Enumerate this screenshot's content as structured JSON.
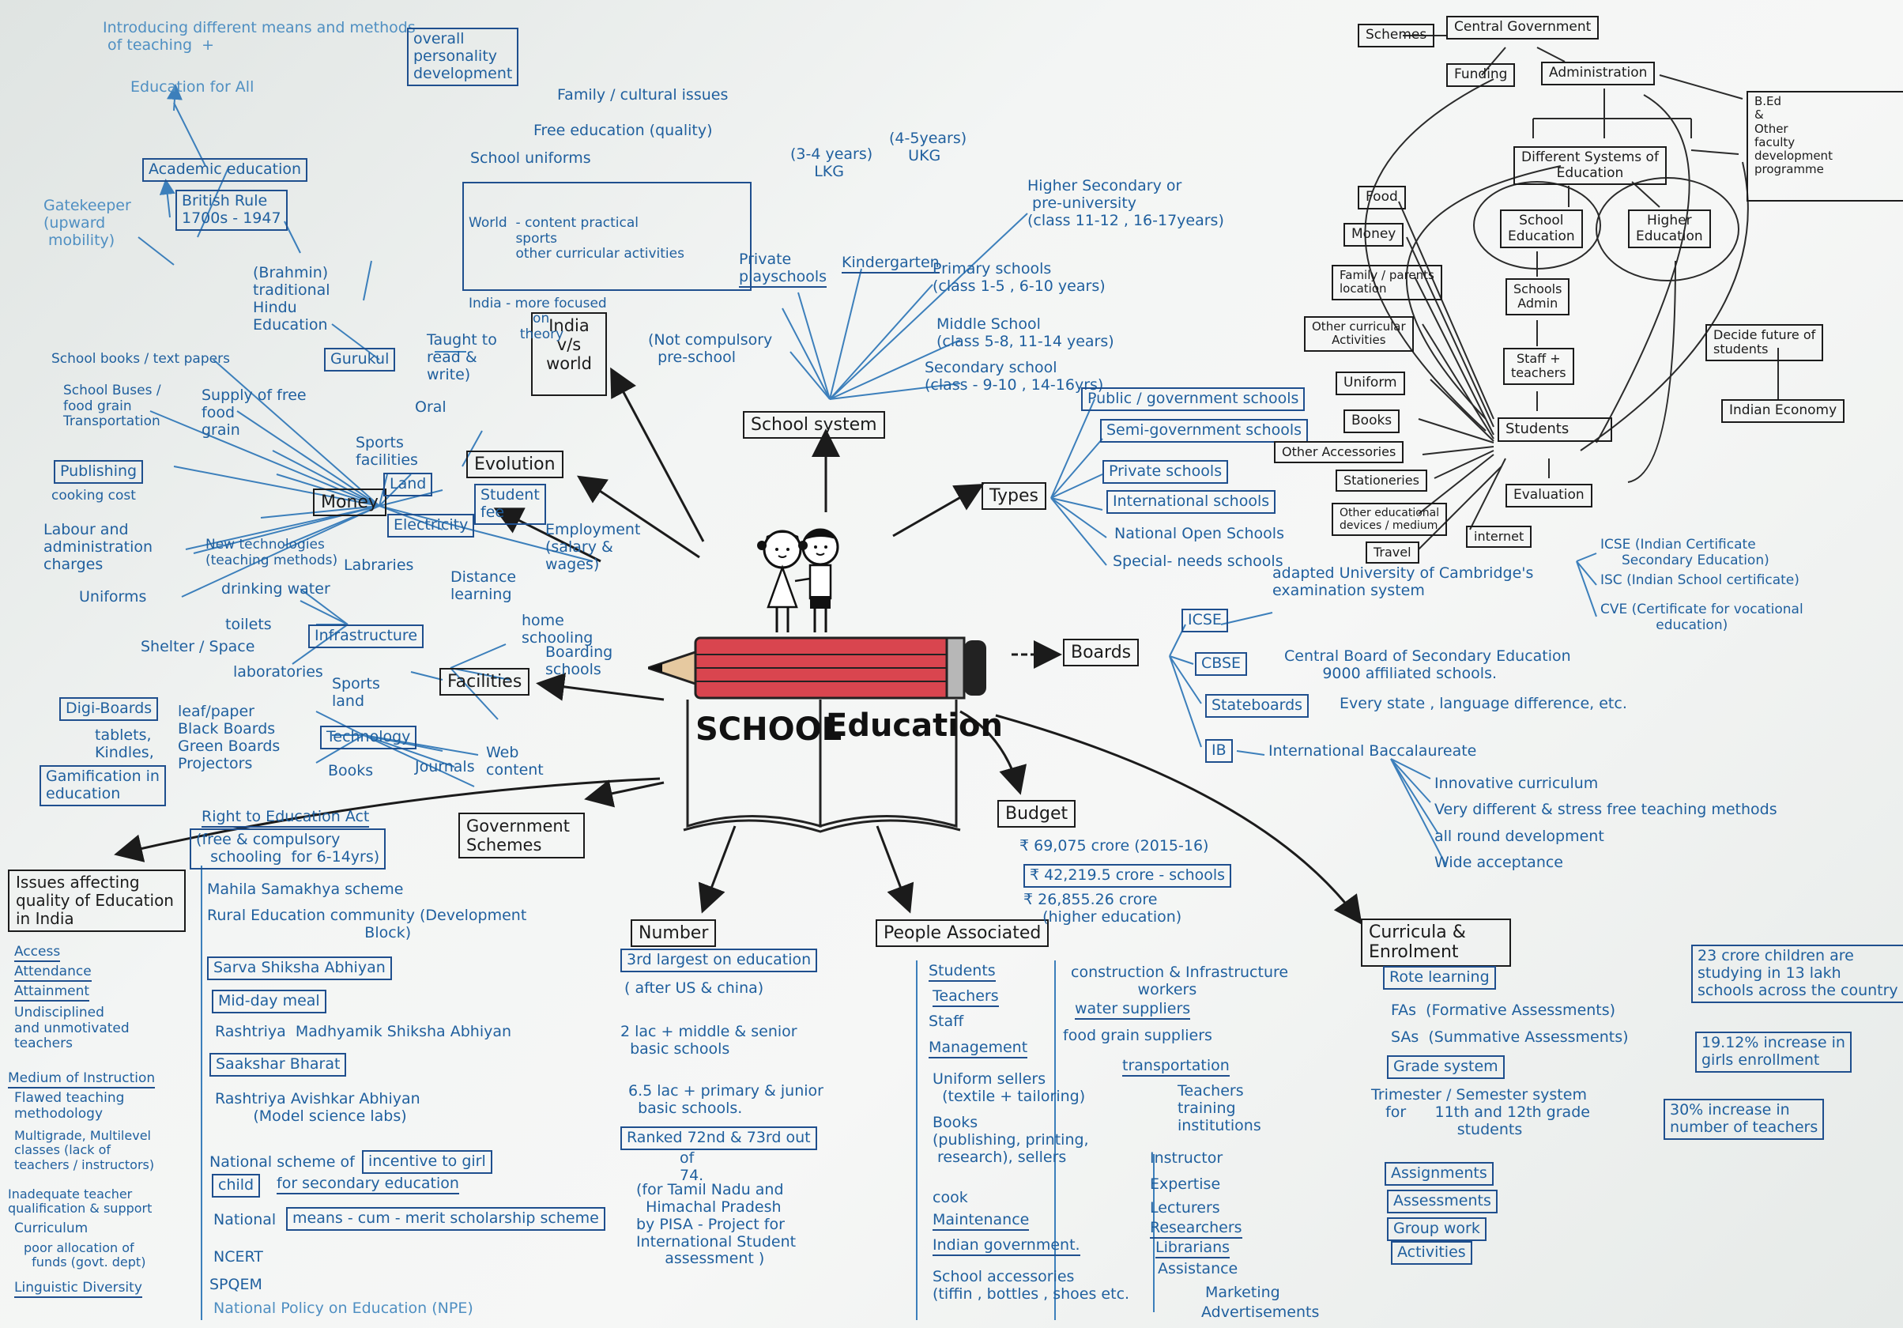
{
  "center": {
    "left": "SCHOOL",
    "right": "Education"
  },
  "branches": {
    "school_system": "School system",
    "types": "Types",
    "boards": "Boards",
    "budget": "Budget",
    "curricula": "Curricula & Enrolment",
    "people": "People Associated",
    "number": "Number",
    "govt": "Government Schemes",
    "facilities": "Facilities",
    "money": "Money",
    "evolution": "Evolution",
    "india_world": "India v/s world",
    "issues": "Issues affecting quality of Education in India"
  },
  "top_left": {
    "intro": "Introducing different means and methods\n of teaching  +",
    "personality": "overall\npersonality\ndevelopment",
    "edu_all": "Education for All",
    "family": "Family / cultural issues",
    "free_edu": "Free education (quality)",
    "uniforms": "School uniforms",
    "academic": "Academic education",
    "gatekeeper": "Gatekeeper\n(upward\n mobility)",
    "british": "British Rule\n1700s - 1947",
    "brahmin": "(Brahmin)\ntraditional\nHindu\nEducation",
    "gurukul": "Gurukul",
    "taught": "Taught to\nread &\nwrite)",
    "oral": "Oral",
    "world": "World  - content practical\n           sports\n           other curricular activities",
    "india": "India - more focused\n               on\n            theory"
  },
  "school_system": {
    "ages_lkg": "(3-4 years)\n     LKG",
    "ages_ukg": "(4-5years)\n    UKG",
    "private": "Private\nplayschools",
    "kinder": "Kindergarten",
    "precomp": "(Not compulsory\n  pre-school",
    "higher_sec": "Higher Secondary or\n pre-university\n(class 11-12 , 16-17years)",
    "primary": "Primary schools\n(class 1-5 , 6-10 years)",
    "middle": "Middle School\n(class 5-8, 11-14 years)",
    "secondary": "Secondary school\n(class - 9-10 , 14-16yrs)"
  },
  "types": {
    "items": [
      "Public / government schools",
      "Semi-government schools",
      "Private schools",
      "International schools",
      "National Open Schools",
      "Special- needs schools"
    ]
  },
  "flow": {
    "schemes": "Schemes",
    "central": "Central Government",
    "funding": "Funding",
    "admin": "Administration",
    "bed": "B.Ed\n&\nOther\nfaculty\ndevelopment\nprogramme",
    "diff": "Different Systems of\nEducation",
    "school_edu": "School\nEducation",
    "higher_edu": "Higher\nEducation",
    "schools_admin": "Schools\nAdmin",
    "staff": "Staff +\nteachers",
    "students": "Students",
    "evaluation": "Evaluation",
    "decide": "Decide future of\nstudents",
    "economy": "Indian Economy",
    "food": "Food",
    "money": "Money",
    "family": "Family / parents\nlocation",
    "other_curr": "Other curricular\nActivities",
    "uniform": "Uniform",
    "books": "Books",
    "other_acc": "Other Accessories",
    "stationeries": "Stationeries",
    "devices": "Other educational\ndevices / medium",
    "internet": "internet",
    "travel": "Travel"
  },
  "boards": {
    "cambridge": "adapted University of Cambridge's\nexamination system",
    "icse": "ICSE",
    "icse_full": "ICSE (Indian Certificate\n     Secondary Education)",
    "isc": "ISC (Indian School certificate)",
    "cve": "CVE (Certificate for vocational\n             education)",
    "cbse": "CBSE",
    "cbse_desc": "Central Board of Secondary Education\n        9000 affiliated schools.",
    "state": "Stateboards",
    "state_desc": "Every state , language difference, etc.",
    "ib": "IB",
    "ib_desc": "International Baccalaureate",
    "ib_items": "Innovative curriculum\nVery different & stress free teaching methods\nall round development\nWide acceptance"
  },
  "budget": {
    "total": "₹ 69,075 crore (2015-16)",
    "schools": "₹ 42,219.5 crore - schools",
    "higher": "₹ 26,855.26 crore\n    (higher education)"
  },
  "curricula": {
    "rote": "Rote learning",
    "fa": "FAs  (Formative Assessments)",
    "sa": "SAs  (Summative Assessments)",
    "grade": "Grade system",
    "trimester": "Trimester / Semester system\n   for      11th and 12th grade\n                  students",
    "assign": "Assignments",
    "assess": "Assessments",
    "group": "Group work",
    "activities": "Activities",
    "crore": "23 crore children are\nstudying in 13 lakh\nschools across the country",
    "girls": "19.12% increase in\ngirls enrollment",
    "teachers": "30% increase in\nnumber of teachers"
  },
  "people": {
    "students": "Students",
    "teachers": "Teachers",
    "staff": "Staff",
    "mgmt": "Management",
    "uniform": "Uniform sellers\n  (textile + tailoring)",
    "books": "Books\n(publishing, printing,\n research), sellers",
    "cook": "cook",
    "maint": "Maintenance",
    "govt": "Indian government.",
    "acc": "School accessories\n(tiffin , bottles , shoes etc.",
    "constr": "construction & Infrastructure\n              workers",
    "water": "water suppliers",
    "grain": "food grain suppliers",
    "transport": "transportation",
    "training": "Teachers\ntraining\ninstitutions",
    "instr": "Instructor",
    "expert": "Expertise",
    "lect": "Lecturers",
    "research": "Researchers",
    "lib": "Librarians",
    "assist": "Assistance",
    "market": "Marketing",
    "advert": "Advertisements"
  },
  "number": {
    "third": "3rd largest on education",
    "after": "( after US & china)",
    "two": "2 lac + middle & senior\n  basic schools",
    "six": "6.5 lac + primary & junior\n  basic schools.",
    "ranked": "Ranked 72nd & 73rd out",
    "of": "of\n74.",
    "for": "(for Tamil Nadu and\n  Himachal Pradesh\nby PISA - Project for\nInternational Student\n      assessment )"
  },
  "govt": {
    "rte": "Right to Education Act",
    "free": "(free & compulsory\n   schooling  for 6-14yrs)",
    "mahila": "Mahila Samakhya scheme",
    "rural": "Rural Education community (Development\n                                 Block)",
    "ssa": "Sarva Shiksha Abhiyan",
    "midday": "Mid-day meal",
    "rmsa": "Rashtriya  Madhyamik Shiksha Abhiyan",
    "saakshar": "Saakshar Bharat",
    "raa": "Rashtriya Avishkar Abhiyan\n        (Model science labs)",
    "national1": "National scheme of",
    "incentive": "incentive to girl",
    "child": "child",
    "secondary": "for secondary education",
    "national2": "National",
    "merit": "means - cum - merit scholarship scheme",
    "ncert": "NCERT",
    "spqem": "SPQEM",
    "npe": "National Policy on Education (NPE)"
  },
  "issues": {
    "access": "Access",
    "attend": "Attendance",
    "attain": "Attainment",
    "undis": "Undisciplined\nand unmotivated\nteachers",
    "medium": "Medium of Instruction",
    "flawed": "Flawed teaching\nmethodology",
    "multi": "Multigrade, Multilevel\nclasses (lack of\nteachers / instructors)",
    "inadequate": "Inadequate teacher\nqualification & support",
    "curr": "Curriculum",
    "poor": "poor allocation of\n  funds (govt. dept)",
    "ling": "Linguistic Diversity"
  },
  "facilities": {
    "dist": "Distance\nlearning",
    "home": "home\nschooling",
    "board": "Boarding\nschools",
    "infra": "Infrastructure",
    "drink": "drinking water",
    "lab": "Labraries",
    "toilet": "toilets",
    "shelter": "Shelter / Space",
    "labs": "laboratories",
    "sports": "Sports\nland",
    "tech": "Technology",
    "leaf": "leaf/paper\nBlack Boards\nGreen Boards\nProjectors",
    "digi": "Digi-Boards",
    "tablets": "tablets,\nKindles,",
    "gamif": "Gamification in\neducation",
    "books": "Books",
    "journals": "Journals",
    "web": "Web\ncontent"
  },
  "money": {
    "books": "School books / text papers",
    "buses": "School Buses /\nfood grain\nTransportation",
    "supply": "Supply of free\nfood\ngrain",
    "sports": "Sports\nfacilities",
    "land": "Land",
    "publishing": "Publishing",
    "cooking": "cooking cost",
    "electricity": "Electricity",
    "labour": "Labour and\nadministration\ncharges",
    "uniforms": "Uniforms",
    "newtech": "New technologies\n(teaching methods)",
    "student": "Student\nfee",
    "employment": "Employment\n(salary &\nwages)"
  }
}
